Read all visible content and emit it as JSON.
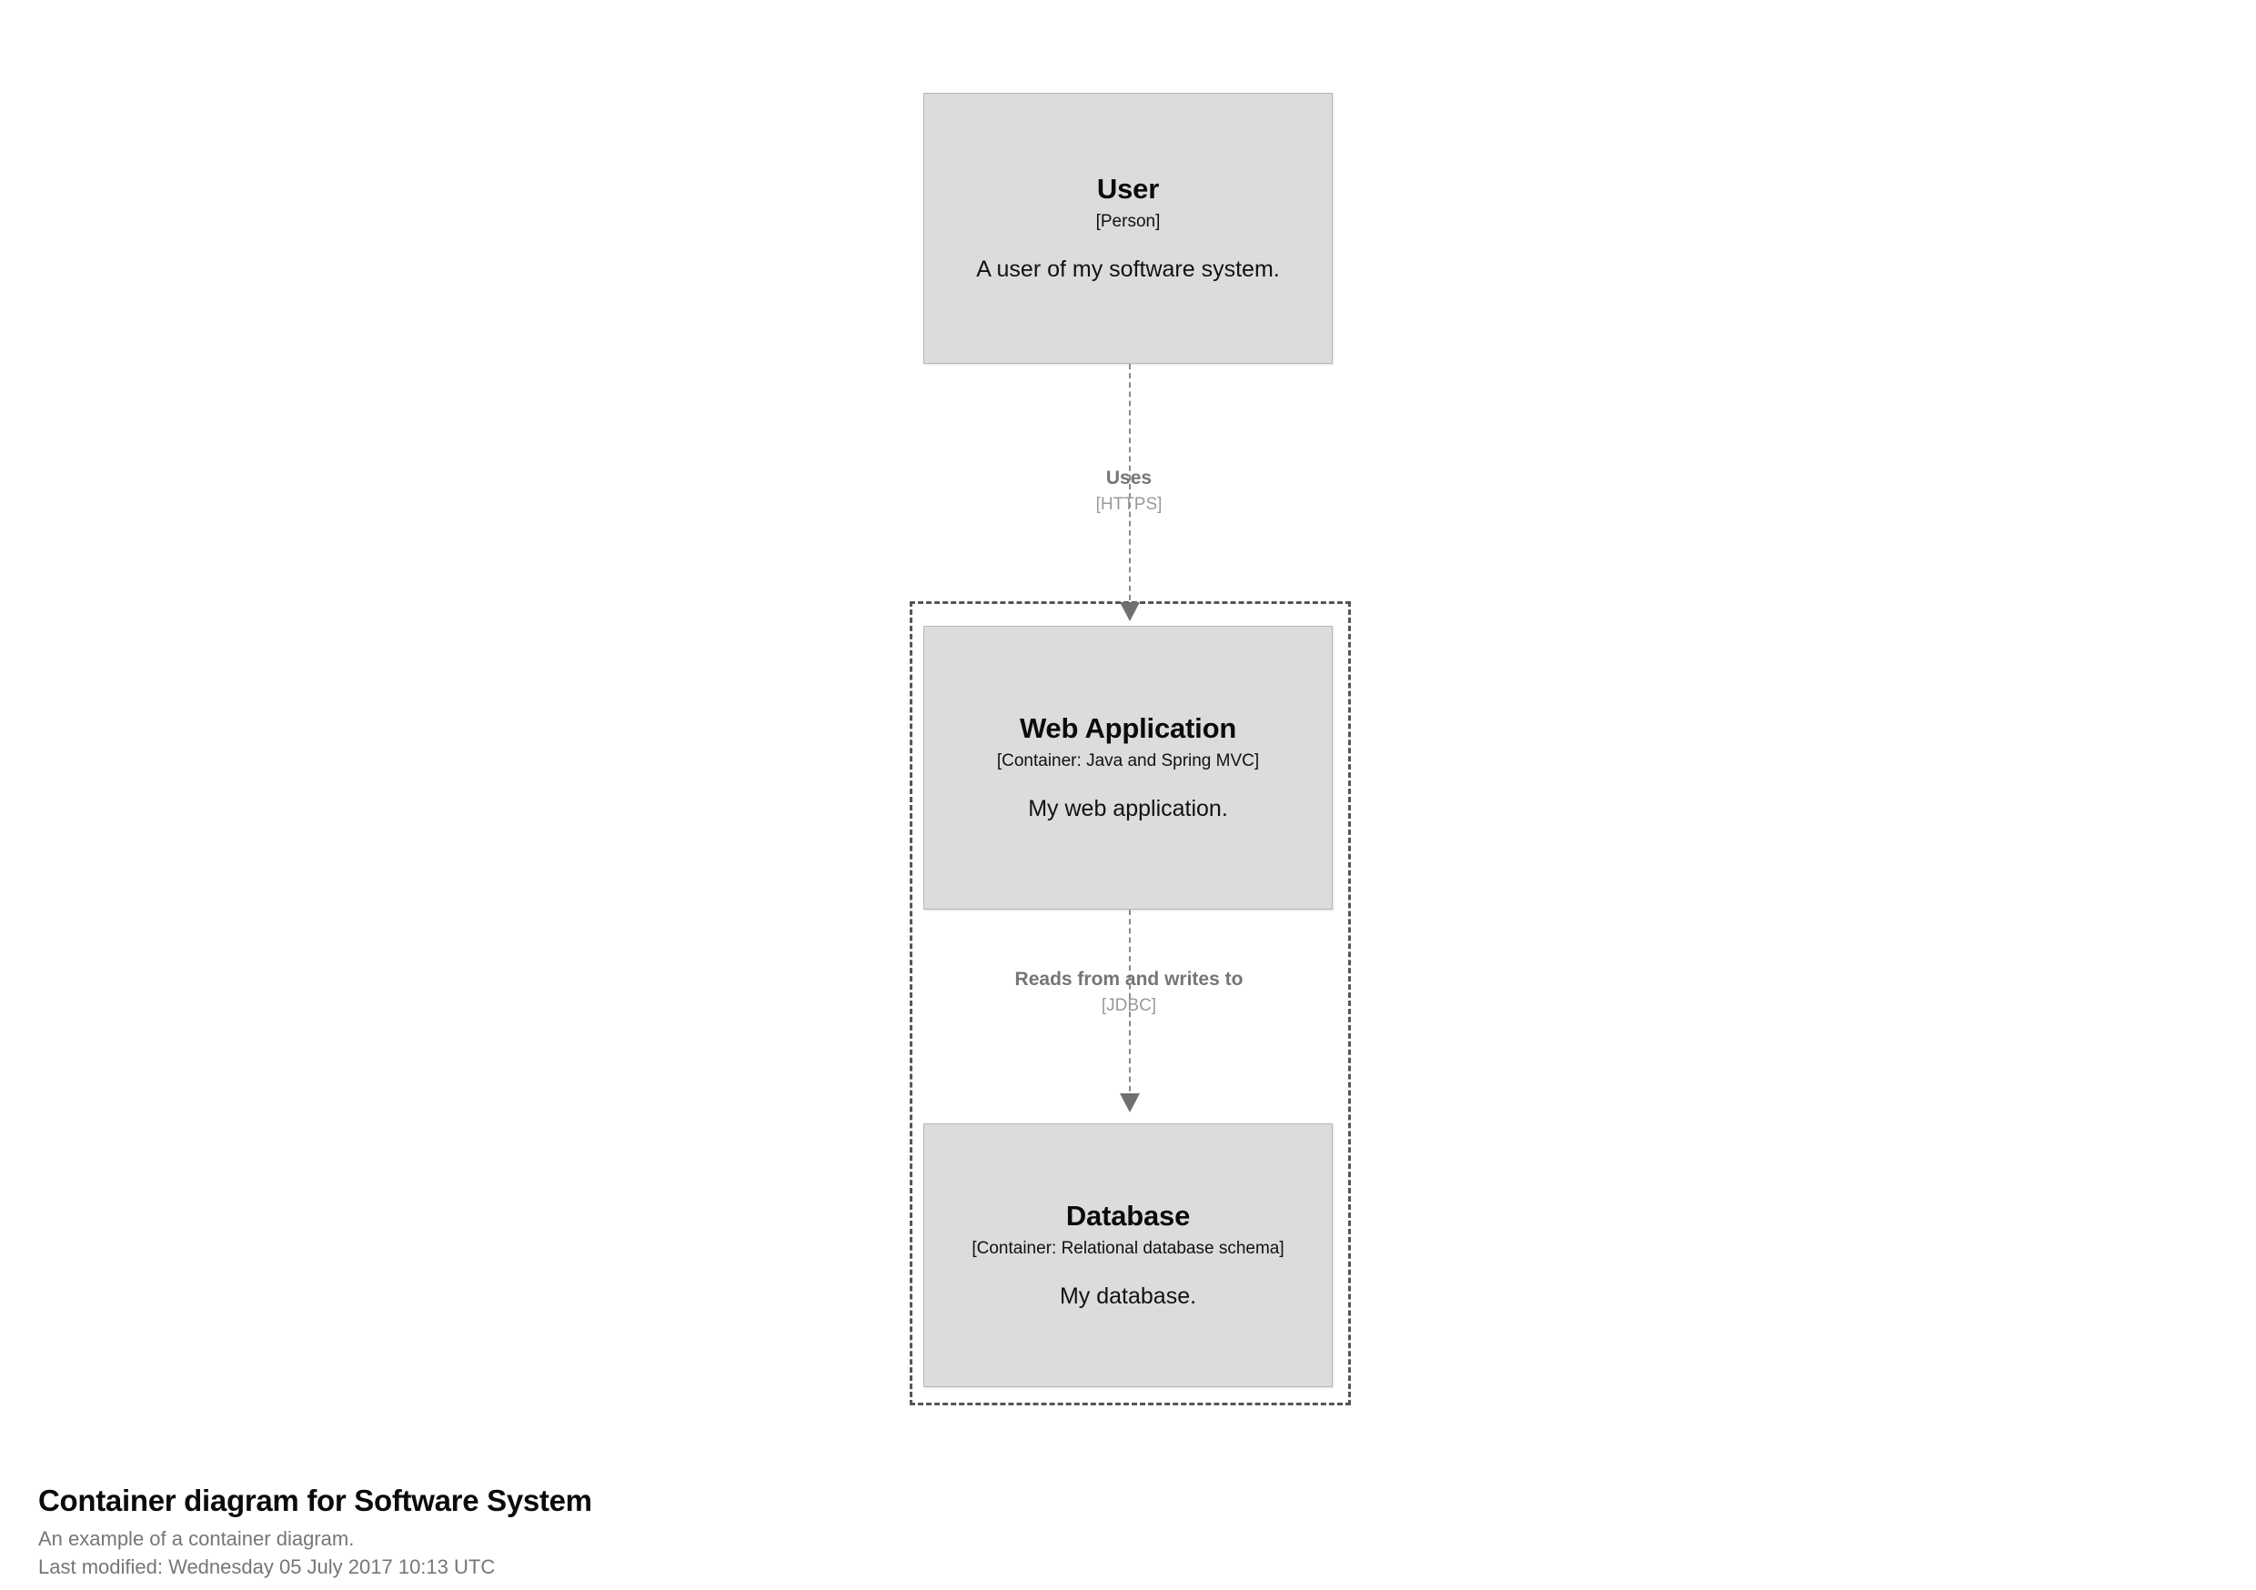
{
  "diagram": {
    "type": "c4-container-diagram",
    "boundary": {
      "name": "Software System",
      "style": "dashed"
    },
    "nodes": [
      {
        "id": "user",
        "name": "User",
        "tech": "[Person]",
        "description": "A user of my software system.",
        "inside_boundary": false
      },
      {
        "id": "webapp",
        "name": "Web Application",
        "tech": "[Container: Java and Spring MVC]",
        "description": "My web application.",
        "inside_boundary": true
      },
      {
        "id": "database",
        "name": "Database",
        "tech": "[Container: Relational database schema]",
        "description": "My database.",
        "inside_boundary": true
      }
    ],
    "relationships": [
      {
        "id": "rel1",
        "source": "user",
        "target": "webapp",
        "description": "Uses",
        "technology": "[HTTPS]"
      },
      {
        "id": "rel2",
        "source": "webapp",
        "target": "database",
        "description": "Reads from and writes to",
        "technology": "[JDBC]"
      }
    ],
    "colors": {
      "node_fill": "#dcdcdc",
      "node_border": "#b8b8b8",
      "boundary_stroke": "#555555",
      "relationship_stroke": "#8a8a8a",
      "relationship_label": "#757575"
    }
  },
  "caption": {
    "title": "Container diagram for Software System",
    "subtitle": "An example of a container diagram.",
    "last_modified": "Last modified: Wednesday 05 July 2017 10:13 UTC"
  }
}
